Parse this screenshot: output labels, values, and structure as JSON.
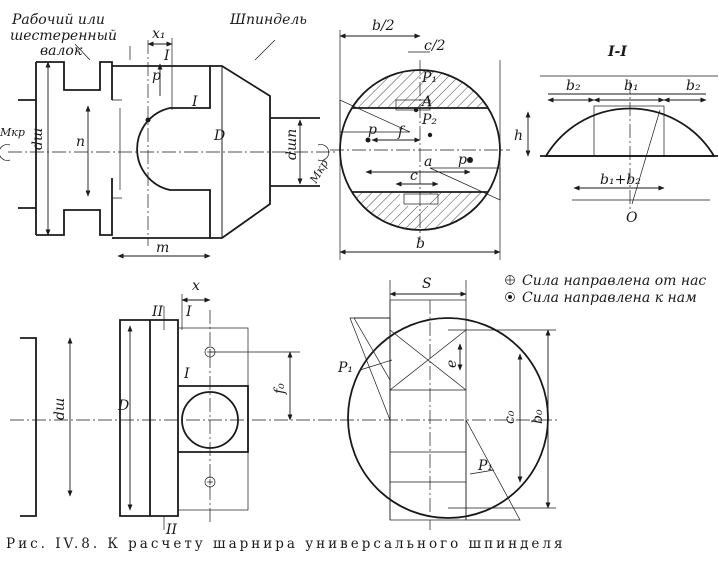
{
  "labels": {
    "working_roll": "Рабочий или",
    "working_roll_2": "шестеренный",
    "working_roll_3": "валок",
    "spindle": "Шпиндель",
    "x1": "x₁",
    "I_top": "I",
    "p_top": "p",
    "I_mid": "I",
    "n": "n",
    "D_top": "D",
    "d_sh_top": "dш",
    "d_shp": "dшп",
    "M_kr_left": "Mкр",
    "M_kr_right": "Mкр",
    "m": "m",
    "b_half": "b/2",
    "c_half": "c/2",
    "P1_top": "P₁",
    "A": "A",
    "P2": "P₂",
    "p_left": "p",
    "f": "f",
    "a": "a",
    "p_right": "p",
    "c": "c",
    "b_bottom": "b",
    "section": "I-I",
    "b2_left": "b₂",
    "b1": "b₁",
    "b2_right": "b₂",
    "h": "h",
    "b1_b2": "b₁+b₂",
    "O": "O",
    "x": "x",
    "S": "S",
    "II_top": "II",
    "I_bot": "I",
    "I_bot2": "I",
    "d_sh_bot": "dш",
    "D_bot": "D",
    "f0": "f₀",
    "P1_mid": "P₁",
    "e": "e",
    "c0": "c₀",
    "b0": "b₀",
    "P1_bot": "P₁",
    "II_bot": "II"
  },
  "legend": {
    "away": "Сила направлена от нас",
    "toward": "Сила направлена к нам"
  },
  "caption": "Рис. IV.8. К расчету шарнира универсального шпинделя"
}
